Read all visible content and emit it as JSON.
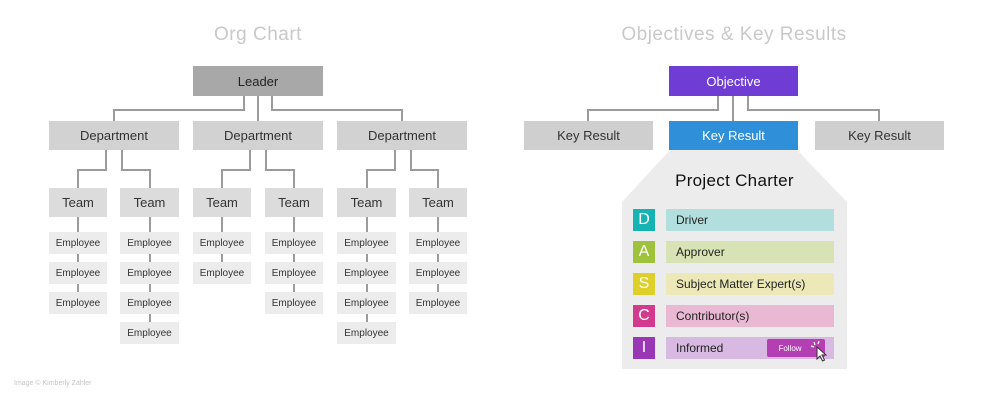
{
  "org_chart": {
    "title": "Org Chart",
    "leader": "Leader",
    "departments": [
      {
        "label": "Department",
        "teams": [
          {
            "label": "Team",
            "employees": [
              "Employee",
              "Employee",
              "Employee"
            ]
          },
          {
            "label": "Team",
            "employees": [
              "Employee",
              "Employee",
              "Employee",
              "Employee"
            ]
          }
        ]
      },
      {
        "label": "Department",
        "teams": [
          {
            "label": "Team",
            "employees": [
              "Employee",
              "Employee"
            ]
          },
          {
            "label": "Team",
            "employees": [
              "Employee",
              "Employee",
              "Employee"
            ]
          }
        ]
      },
      {
        "label": "Department",
        "teams": [
          {
            "label": "Team",
            "employees": [
              "Employee",
              "Employee",
              "Employee",
              "Employee"
            ]
          },
          {
            "label": "Team",
            "employees": [
              "Employee",
              "Employee",
              "Employee"
            ]
          }
        ]
      }
    ]
  },
  "okr": {
    "title": "Objectives & Key Results",
    "objective": "Objective",
    "key_results": [
      "Key Result",
      "Key Result",
      "Key Result"
    ],
    "charter": {
      "title": "Project Charter",
      "roles": [
        {
          "letter": "D",
          "label": "Driver",
          "letter_color": "#17b3b3",
          "bar_color": "#b3dede"
        },
        {
          "letter": "A",
          "label": "Approver",
          "letter_color": "#9ec23b",
          "bar_color": "#d8e3b5"
        },
        {
          "letter": "S",
          "label": "Subject Matter Expert(s)",
          "letter_color": "#dfcf2a",
          "bar_color": "#ece8b8"
        },
        {
          "letter": "C",
          "label": "Contributor(s)",
          "letter_color": "#d23a8e",
          "bar_color": "#e9b8d3"
        },
        {
          "letter": "I",
          "label": "Informed",
          "letter_color": "#9a37b4",
          "bar_color": "#d7b9e1"
        }
      ],
      "follow_button": "Follow"
    }
  },
  "credit": "Image © Kimberly Zahler",
  "colors": {
    "objective": "#6f3cd4",
    "active_key_result": "#2f8fd8",
    "connector": "#9b9b9b"
  }
}
